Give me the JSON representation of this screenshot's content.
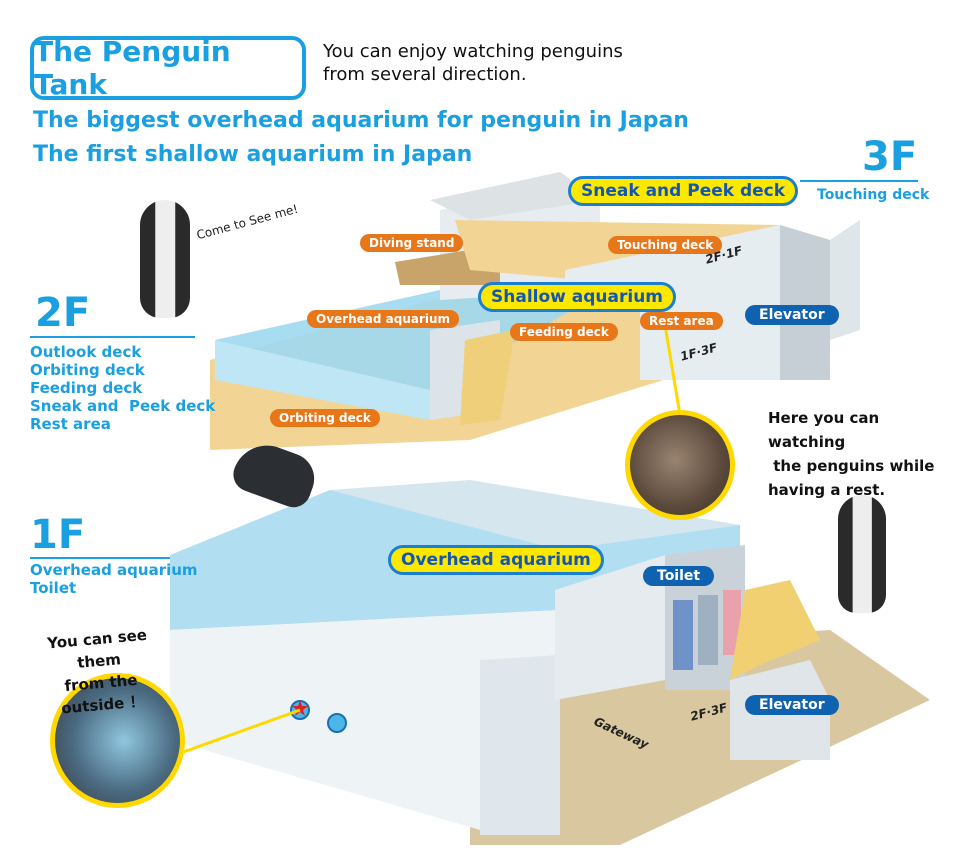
{
  "header": {
    "title": "The Penguin Tank",
    "subtitle_lines": [
      "You can enjoy watching penguins",
      "from several direction."
    ],
    "headlines": [
      "The biggest overhead aquarium for penguin in Japan",
      "The first shallow aquarium in Japan"
    ]
  },
  "floors": {
    "f3": {
      "label": "3F",
      "items": [
        "Touching deck"
      ]
    },
    "f2": {
      "label": "2F",
      "items": [
        "Outlook deck",
        "Orbiting deck",
        "Feeding deck",
        "Sneak and  Peek deck",
        "Rest area"
      ]
    },
    "f1": {
      "label": "1F",
      "items": [
        "Overhead aquarium",
        "Toilet"
      ]
    }
  },
  "labels": {
    "sneak_peek": "Sneak and Peek deck",
    "diving_stand": "Diving stand",
    "touching_deck": "Touching deck",
    "shallow_aquarium": "Shallow aquarium",
    "overhead_aquarium_2f": "Overhead aquarium",
    "feeding_deck": "Feeding deck",
    "rest_area": "Rest area",
    "elevator_2f": "Elevator",
    "orbiting_deck": "Orbiting deck",
    "overhead_aquarium_1f": "Overhead aquarium",
    "toilet": "Toilet",
    "elevator_1f": "Elevator",
    "gateway": "Gateway",
    "mark_2f1f": "2F·1F",
    "mark_1f3f": "1F·3F",
    "mark_2f3f": "2F·3F"
  },
  "captions": {
    "come_see": "Come to See me!",
    "rest_lines": [
      "Here you can watching",
      " the penguins while",
      "having a rest."
    ],
    "outside_lines": [
      "You can see them",
      "from the",
      "outside ！"
    ]
  },
  "colors": {
    "accent": "#1a9fe0",
    "orange": "#e8771a",
    "yellow": "#ffe800",
    "navy": "#0f62b0"
  }
}
